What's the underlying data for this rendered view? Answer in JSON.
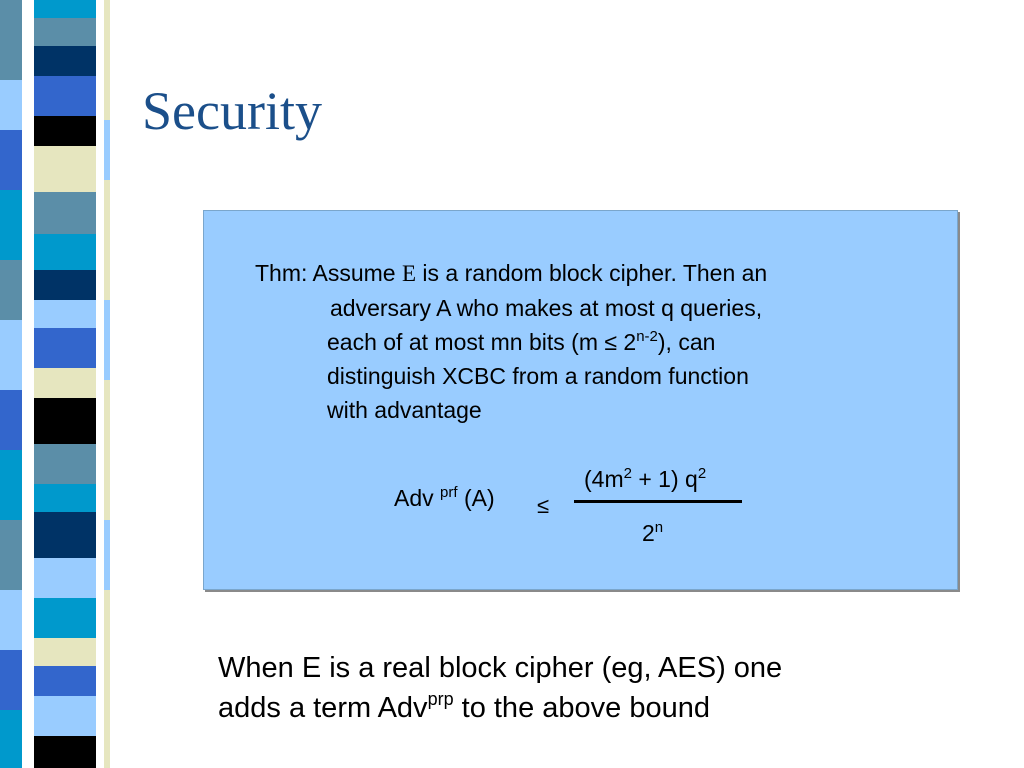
{
  "slide": {
    "title": "Security",
    "theorem": {
      "lines": [
        "Thm: Assume ",
        "E",
        " is a random block cipher.  Then an",
        "adversary A who makes at most q queries,",
        "each of at most mn bits (m ",
        "≤",
        " 2",
        "n-2",
        "), can",
        "distinguish XCBC from a random function",
        "with advantage"
      ],
      "formula": {
        "lhs": "Adv",
        "lhs_sup": "prf",
        "lhs_arg": "(A)",
        "relation": "≤",
        "numerator_a": "(4m",
        "numerator_sup1": "2",
        "numerator_b": " + 1) q",
        "numerator_sup2": "2",
        "denominator": "2",
        "denominator_sup": "n"
      }
    },
    "note": {
      "line1": "When E is a real block cipher (eg, AES) one",
      "line2a": "adds a term Adv",
      "line2_sup": "prp",
      "line2b": " to the above bound"
    },
    "colors": {
      "title": "#1b4f8a",
      "box": "#99ccff",
      "stripe": [
        "#5b8ea8",
        "#003366",
        "#3366cc",
        "#000000",
        "#e6e6bf",
        "#0099cc",
        "#99ccff",
        "#ffffff"
      ]
    }
  }
}
